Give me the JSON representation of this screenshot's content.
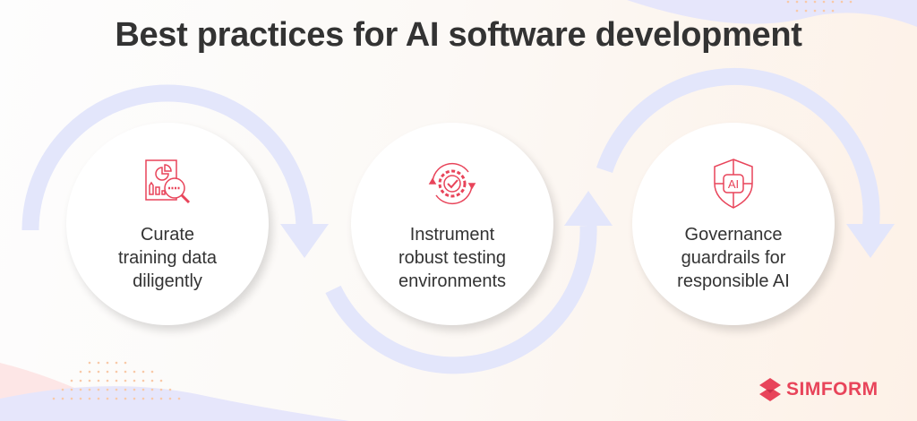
{
  "title": "Best practices for AI software development",
  "steps": [
    {
      "label": "Curate training data diligently",
      "icon": "data-analysis-icon"
    },
    {
      "label": "Instrument robust testing environments",
      "icon": "gear-check-cycle-icon"
    },
    {
      "label": "Governance guardrails for responsible AI",
      "icon": "ai-shield-icon"
    }
  ],
  "brand": {
    "name": "SIMFORM",
    "color": "#e8445a"
  },
  "colors": {
    "accent": "#e8445a",
    "arrow": "#e3e6fb",
    "text": "#333333"
  }
}
